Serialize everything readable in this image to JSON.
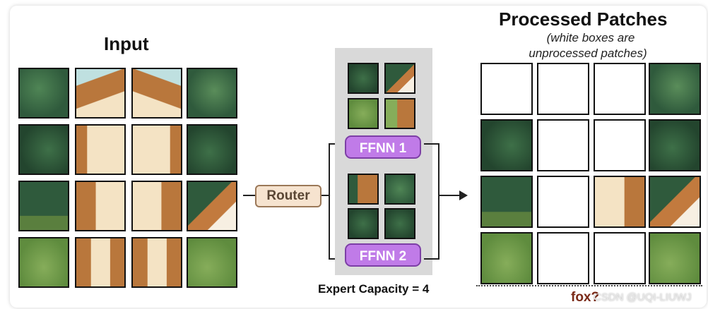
{
  "input_title": "Input",
  "processed_title": "Processed Patches",
  "processed_note_line1": "(white boxes are",
  "processed_note_line2": "unprocessed patches)",
  "router_label": "Router",
  "expert1_label": "FFNN 1",
  "expert2_label": "FFNN 2",
  "capacity_label": "Expert Capacity = 4",
  "fox_label": "fox?",
  "watermark": "CSDN @UQI-LIUWJ",
  "colors": {
    "forest_dark": "#2f5a3c",
    "forest_mid": "#3e7048",
    "grass": "#6f9a4a",
    "dog_brown": "#b9773c",
    "dog_cream": "#f4e3c4",
    "expert_purple": "#c07be8",
    "router_fill": "#f6e3cf"
  },
  "output_grid_white_mask": [
    [
      true,
      true,
      true,
      false
    ],
    [
      false,
      true,
      true,
      false
    ],
    [
      false,
      true,
      false,
      false
    ],
    [
      false,
      true,
      true,
      false
    ]
  ]
}
